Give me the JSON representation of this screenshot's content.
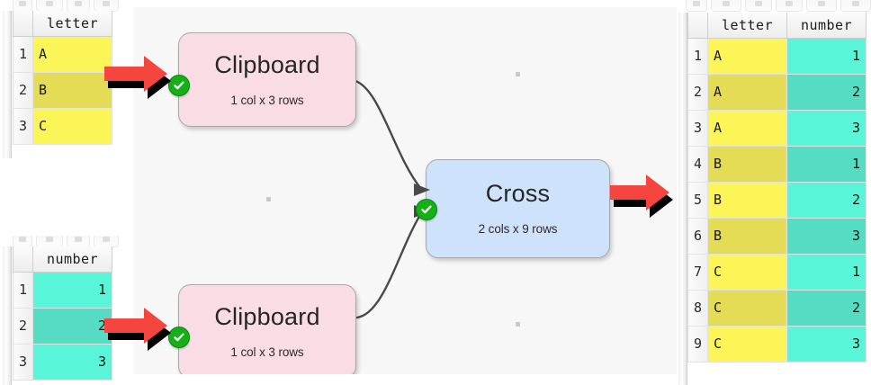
{
  "app": {
    "canvas_background": "#f7f7f7",
    "accent_arrow_color": "#f4463f",
    "status_ok_color": "#13b016"
  },
  "nodes": [
    {
      "id": "clipboard-top",
      "title": "Clipboard",
      "subtitle": "1 col x 3 rows",
      "color": "#fadce5",
      "status": "ok"
    },
    {
      "id": "cross",
      "title": "Cross",
      "subtitle": "2 cols x 9 rows",
      "color": "#cfe2fb",
      "status": "ok"
    },
    {
      "id": "clipboard-bottom",
      "title": "Clipboard",
      "subtitle": "1 col x 3 rows",
      "color": "#fadce5",
      "status": "ok"
    }
  ],
  "input_table_letter": {
    "name": "letter-input-table",
    "columns": [
      "letter"
    ],
    "rows": [
      {
        "n": "1",
        "letter": "A"
      },
      {
        "n": "2",
        "letter": "B"
      },
      {
        "n": "3",
        "letter": "C"
      }
    ]
  },
  "input_table_number": {
    "name": "number-input-table",
    "columns": [
      "number"
    ],
    "rows": [
      {
        "n": "1",
        "number": "1"
      },
      {
        "n": "2",
        "number": "2"
      },
      {
        "n": "3",
        "number": "3"
      }
    ]
  },
  "output_table": {
    "name": "cross-output-table",
    "columns": [
      "letter",
      "number"
    ],
    "rows": [
      {
        "n": "1",
        "letter": "A",
        "number": "1"
      },
      {
        "n": "2",
        "letter": "A",
        "number": "2"
      },
      {
        "n": "3",
        "letter": "A",
        "number": "3"
      },
      {
        "n": "4",
        "letter": "B",
        "number": "1"
      },
      {
        "n": "5",
        "letter": "B",
        "number": "2"
      },
      {
        "n": "6",
        "letter": "B",
        "number": "3"
      },
      {
        "n": "7",
        "letter": "C",
        "number": "1"
      },
      {
        "n": "8",
        "letter": "C",
        "number": "2"
      },
      {
        "n": "9",
        "letter": "C",
        "number": "3"
      }
    ]
  },
  "annotations": [
    {
      "id": "arrow-letter-to-clipboard",
      "icon": "right-arrow-icon"
    },
    {
      "id": "arrow-number-to-clipboard",
      "icon": "right-arrow-icon"
    },
    {
      "id": "arrow-cross-to-output",
      "icon": "right-arrow-icon"
    }
  ]
}
